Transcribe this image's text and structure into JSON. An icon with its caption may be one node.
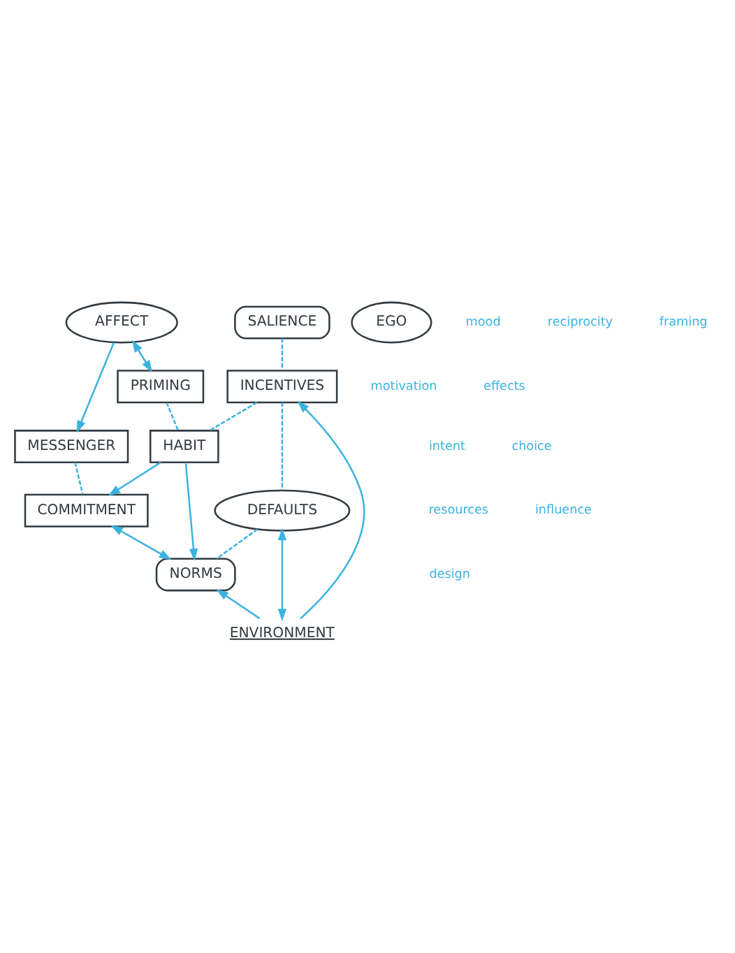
{
  "diagram": {
    "nodes": [
      {
        "text": [
          "AFFECT"
        ]
      },
      {
        "text": [
          "MESSENGER"
        ]
      },
      {
        "text": [
          "PRIMING"
        ]
      },
      {
        "text": [
          "COMMITMENT"
        ]
      },
      {
        "text": [
          "SALIENCE"
        ]
      },
      {
        "text": [
          "EGO"
        ]
      },
      {
        "text": [
          "HABIT"
        ]
      },
      {
        "text": [
          "INCENTIVES"
        ]
      },
      {
        "text": [
          "NORMS"
        ]
      },
      {
        "text": [
          "DEFAULTS"
        ]
      },
      {
        "text": [
          "ENVIRONMENT"
        ]
      }
    ],
    "edges": [
      {
        "from": 0,
        "to": 1,
        "arrow": "to"
      },
      {
        "from": 0,
        "to": 2,
        "arrow": "both"
      },
      {
        "from": 1,
        "to": 3,
        "arrow": "none",
        "style": "dashed"
      },
      {
        "from": 2,
        "to": 6,
        "arrow": "none",
        "style": "dashed"
      },
      {
        "from": 6,
        "to": 3,
        "arrow": "to"
      },
      {
        "from": 3,
        "to": 8,
        "arrow": "both"
      },
      {
        "from": 4,
        "to": 7,
        "arrow": "none",
        "style": "dashed"
      },
      {
        "from": 6,
        "to": 8,
        "arrow": "to"
      },
      {
        "from": 7,
        "to": 6,
        "arrow": "none",
        "style": "dashed"
      },
      {
        "from": 7,
        "to": 9,
        "arrow": "none",
        "style": "dashed"
      },
      {
        "from": 9,
        "to": 8,
        "arrow": "none",
        "style": "dashed"
      },
      {
        "from": 10,
        "to": 7,
        "arrow": "to"
      },
      {
        "from": 10,
        "to": 9,
        "arrow": "both"
      },
      {
        "from": 10,
        "to": 8,
        "arrow": "to"
      }
    ],
    "labels": [
      "mood",
      "intent",
      "motivation",
      "choice",
      "reciprocity",
      "framing",
      "resources",
      "influence",
      "effects",
      "design"
    ]
  }
}
